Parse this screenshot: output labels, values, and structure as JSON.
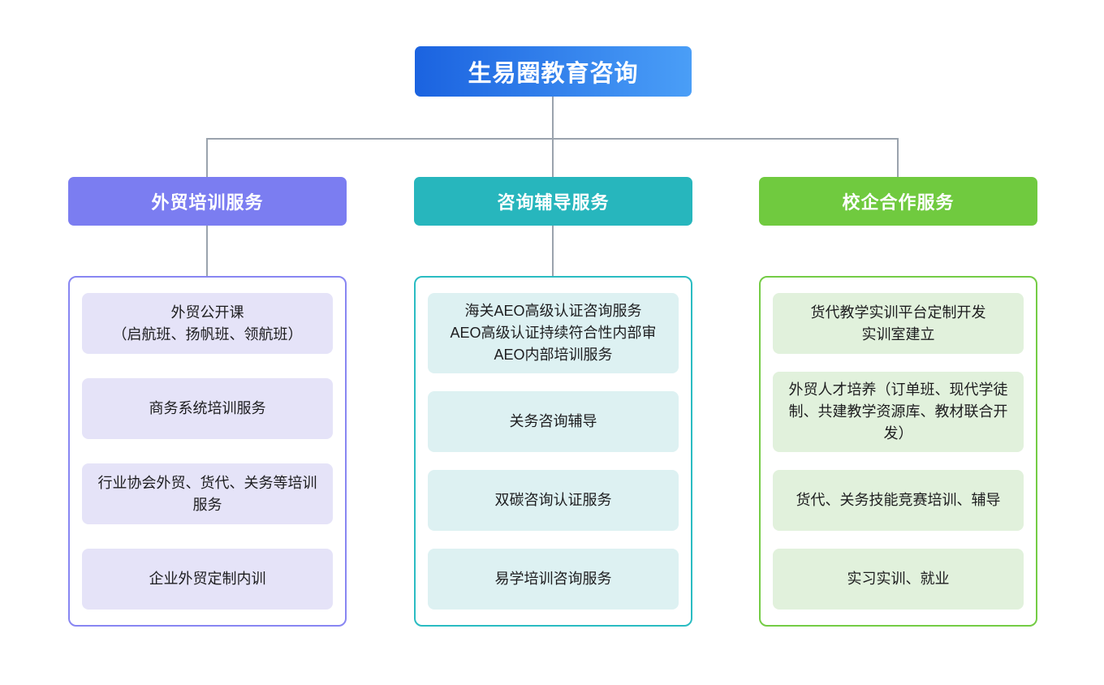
{
  "diagram": {
    "type": "org-chart",
    "connector_color": "#9aa3ad",
    "root": {
      "label": "生易圈教育咨询",
      "gradient_start": "#1b63e0",
      "gradient_end": "#4a9ef7",
      "text_color": "#ffffff"
    },
    "branches": [
      {
        "label": "外贸培训服务",
        "header_color": "#7b7df1",
        "border_color": "#8886f2",
        "item_bg": "#e5e3f8",
        "items": [
          "外贸公开课\n（启航班、扬帆班、领航班）",
          "商务系统培训服务",
          "行业协会外贸、货代、关务等培训服务",
          "企业外贸定制内训"
        ]
      },
      {
        "label": "咨询辅导服务",
        "header_color": "#27b6bd",
        "border_color": "#2abcc2",
        "item_bg": "#ddf1f2",
        "items": [
          "海关AEO高级认证咨询服务\nAEO高级认证持续符合性内部审\nAEO内部培训服务",
          "关务咨询辅导",
          "双碳咨询认证服务",
          "易学培训咨询服务"
        ]
      },
      {
        "label": "校企合作服务",
        "header_color": "#70ca3f",
        "border_color": "#74cc45",
        "item_bg": "#e1f1dc",
        "items": [
          "货代教学实训平台定制开发\n实训室建立",
          "外贸人才培养（订单班、现代学徒制、共建教学资源库、教材联合开发）",
          "货代、关务技能竞赛培训、辅导",
          "实习实训、就业"
        ]
      }
    ]
  }
}
